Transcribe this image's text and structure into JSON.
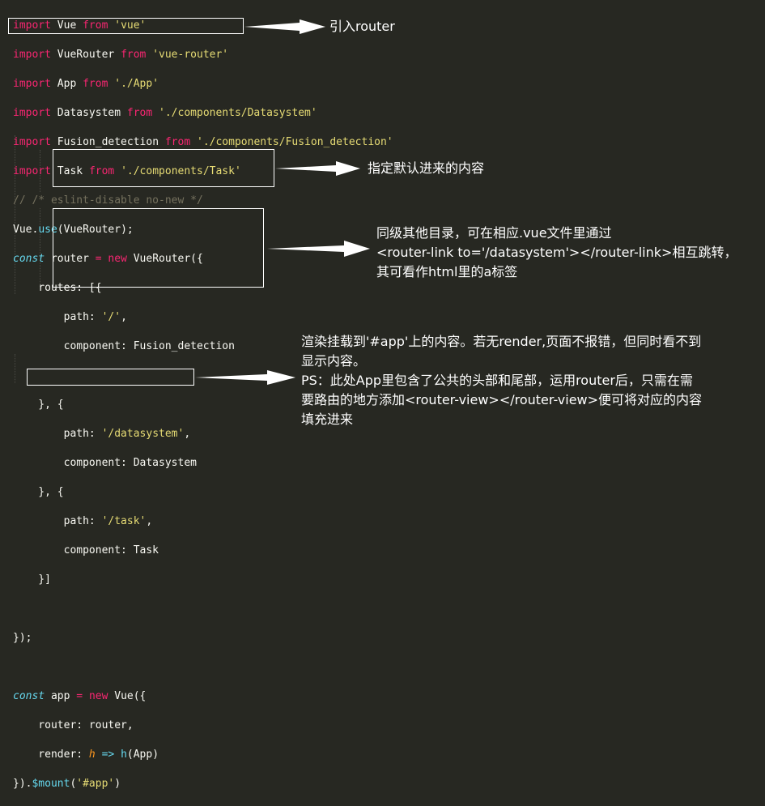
{
  "code": {
    "l1": [
      "import",
      " Vue ",
      "from",
      " ",
      "'vue'"
    ],
    "l2": [
      "import",
      " VueRouter ",
      "from",
      " ",
      "'vue-router'"
    ],
    "l3": [
      "import",
      " App ",
      "from",
      " ",
      "'./App'"
    ],
    "l4": [
      "import",
      " Datasystem ",
      "from",
      " ",
      "'./components/Datasystem'"
    ],
    "l5": [
      "import",
      " Fusion_detection ",
      "from",
      " ",
      "'./components/Fusion_detection'"
    ],
    "l6": [
      "import",
      " Task ",
      "from",
      " ",
      "'./components/Task'"
    ],
    "l7": "// /* eslint-disable no-new */",
    "l8": [
      "Vue.",
      "use",
      "(VueRouter);"
    ],
    "l9": [
      "const",
      " router ",
      "=",
      " ",
      "new",
      " VueRouter({"
    ],
    "l10": "    routes: [{",
    "l11": [
      "        path: ",
      "'/'",
      ","
    ],
    "l12": "        component: Fusion_detection",
    "l13": "",
    "l14": "    }, {",
    "l15": [
      "        path: ",
      "'/datasystem'",
      ","
    ],
    "l16": "        component: Datasystem",
    "l17": "    }, {",
    "l18": [
      "        path: ",
      "'/task'",
      ","
    ],
    "l19": "        component: Task",
    "l20": "    }]",
    "l21": "",
    "l22": "});",
    "l23": "",
    "l24": [
      "const",
      " app ",
      "=",
      " ",
      "new",
      " ",
      "Vue",
      "({"
    ],
    "l25": "    router: router,",
    "l26": [
      "    render: ",
      "h",
      " ",
      "=>",
      " ",
      "h",
      "(App)"
    ],
    "l27": [
      "}).",
      "$mount",
      "(",
      "'#app'",
      ")"
    ]
  },
  "notes": {
    "router_import": "引入router",
    "default_route": "指定默认进来的内容",
    "sibling_routes": "同级其他目录，可在相应.vue文件里通过\n<router-link to='/datasystem'></router-link>相互跳转，\n其可看作html里的a标签",
    "render_mount": "渲染挂载到'#app'上的内容。若无render,页面不报错，但同时看不到\n显示内容。\nPS：此处App里包含了公共的头部和尾部，运用router后，只需在需\n要路由的地方添加<router-view></router-view>便可将对应的内容\n填充进来"
  },
  "colors": {
    "background": "#272822",
    "keyword": "#f92672",
    "string": "#e6db74",
    "function": "#66d9ef",
    "comment": "#75715e",
    "param": "#fd971f",
    "text": "#f8f8f2"
  }
}
